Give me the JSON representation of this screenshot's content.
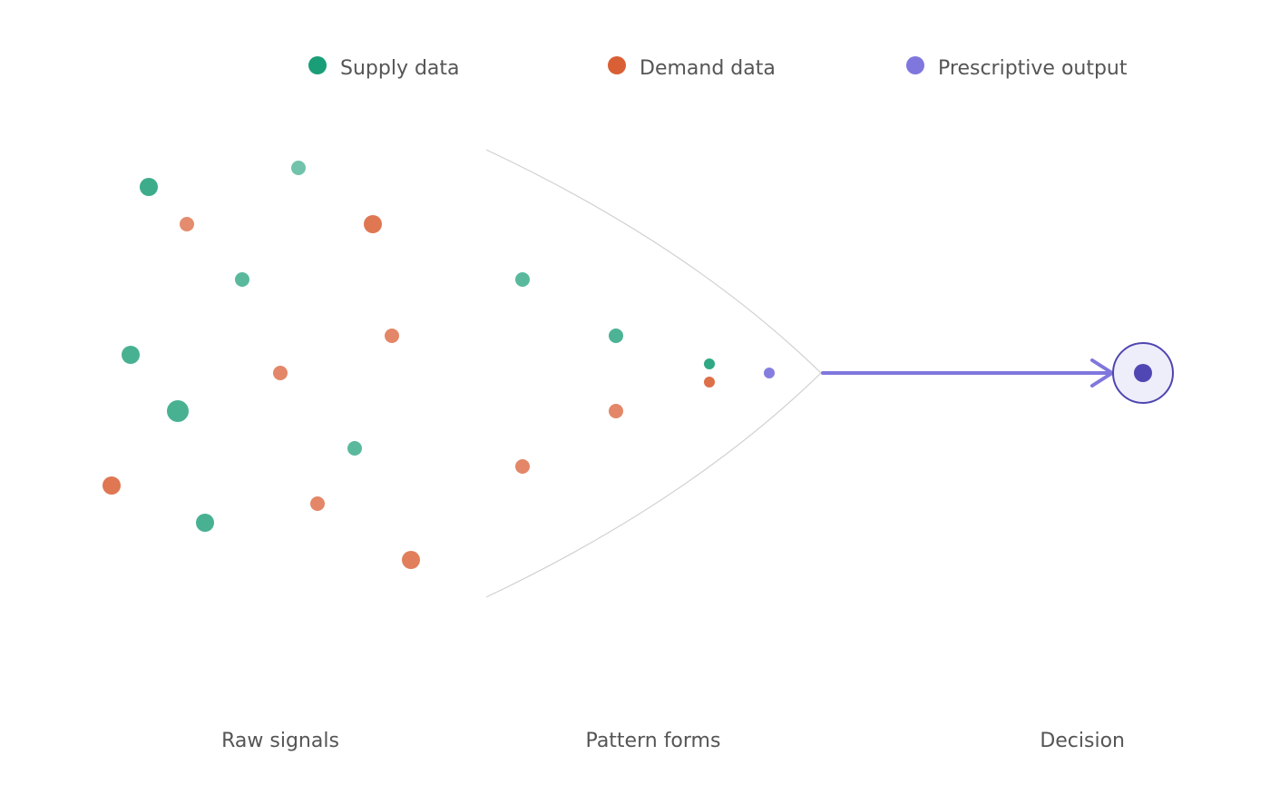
{
  "legend": {
    "supply": {
      "label": "Supply data",
      "color": "#1a9e77"
    },
    "demand": {
      "label": "Demand data",
      "color": "#d95f35"
    },
    "output": {
      "label": "Prescriptive output",
      "color": "#7f77dd"
    }
  },
  "stages": {
    "raw": "Raw signals",
    "pattern": "Pattern forms",
    "decision": "Decision"
  },
  "decision_node": {
    "fill": "#eeedfa",
    "ring": "#4f45b0",
    "core": "#5047b5"
  }
}
